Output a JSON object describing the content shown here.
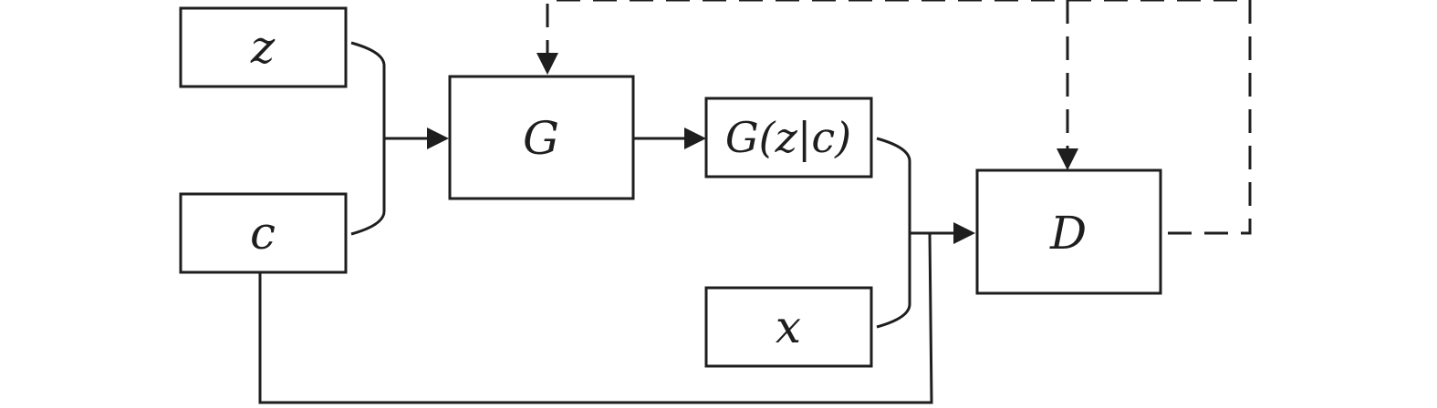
{
  "diagram": {
    "nodes": {
      "z": {
        "label": "z"
      },
      "c": {
        "label": "c"
      },
      "generator": {
        "label": "G"
      },
      "generated_sample": {
        "label": "G(z|c)"
      },
      "real_sample": {
        "label": "x"
      },
      "discriminator": {
        "label": "D"
      }
    }
  },
  "colors": {
    "stroke": "#1e1e1e",
    "background": "#ffffff"
  }
}
